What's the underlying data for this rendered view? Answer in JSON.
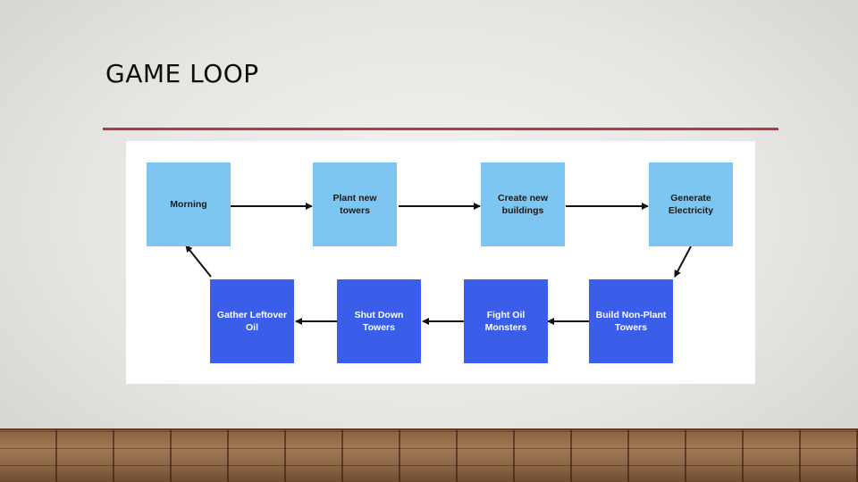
{
  "slide": {
    "title": "GAME LOOP"
  },
  "diagram": {
    "top_row": [
      {
        "label": "Morning"
      },
      {
        "label": "Plant new towers"
      },
      {
        "label": "Create new buildings"
      },
      {
        "label": "Generate Electricity"
      }
    ],
    "bottom_row": [
      {
        "label": "Gather Leftover Oil"
      },
      {
        "label": "Shut Down Towers"
      },
      {
        "label": "Fight Oil Monsters"
      },
      {
        "label": "Build Non-Plant Towers"
      }
    ]
  },
  "colors": {
    "accent_rule": "#b2394a",
    "top_box": "#7dc6f1",
    "bottom_box": "#3a5eea"
  }
}
